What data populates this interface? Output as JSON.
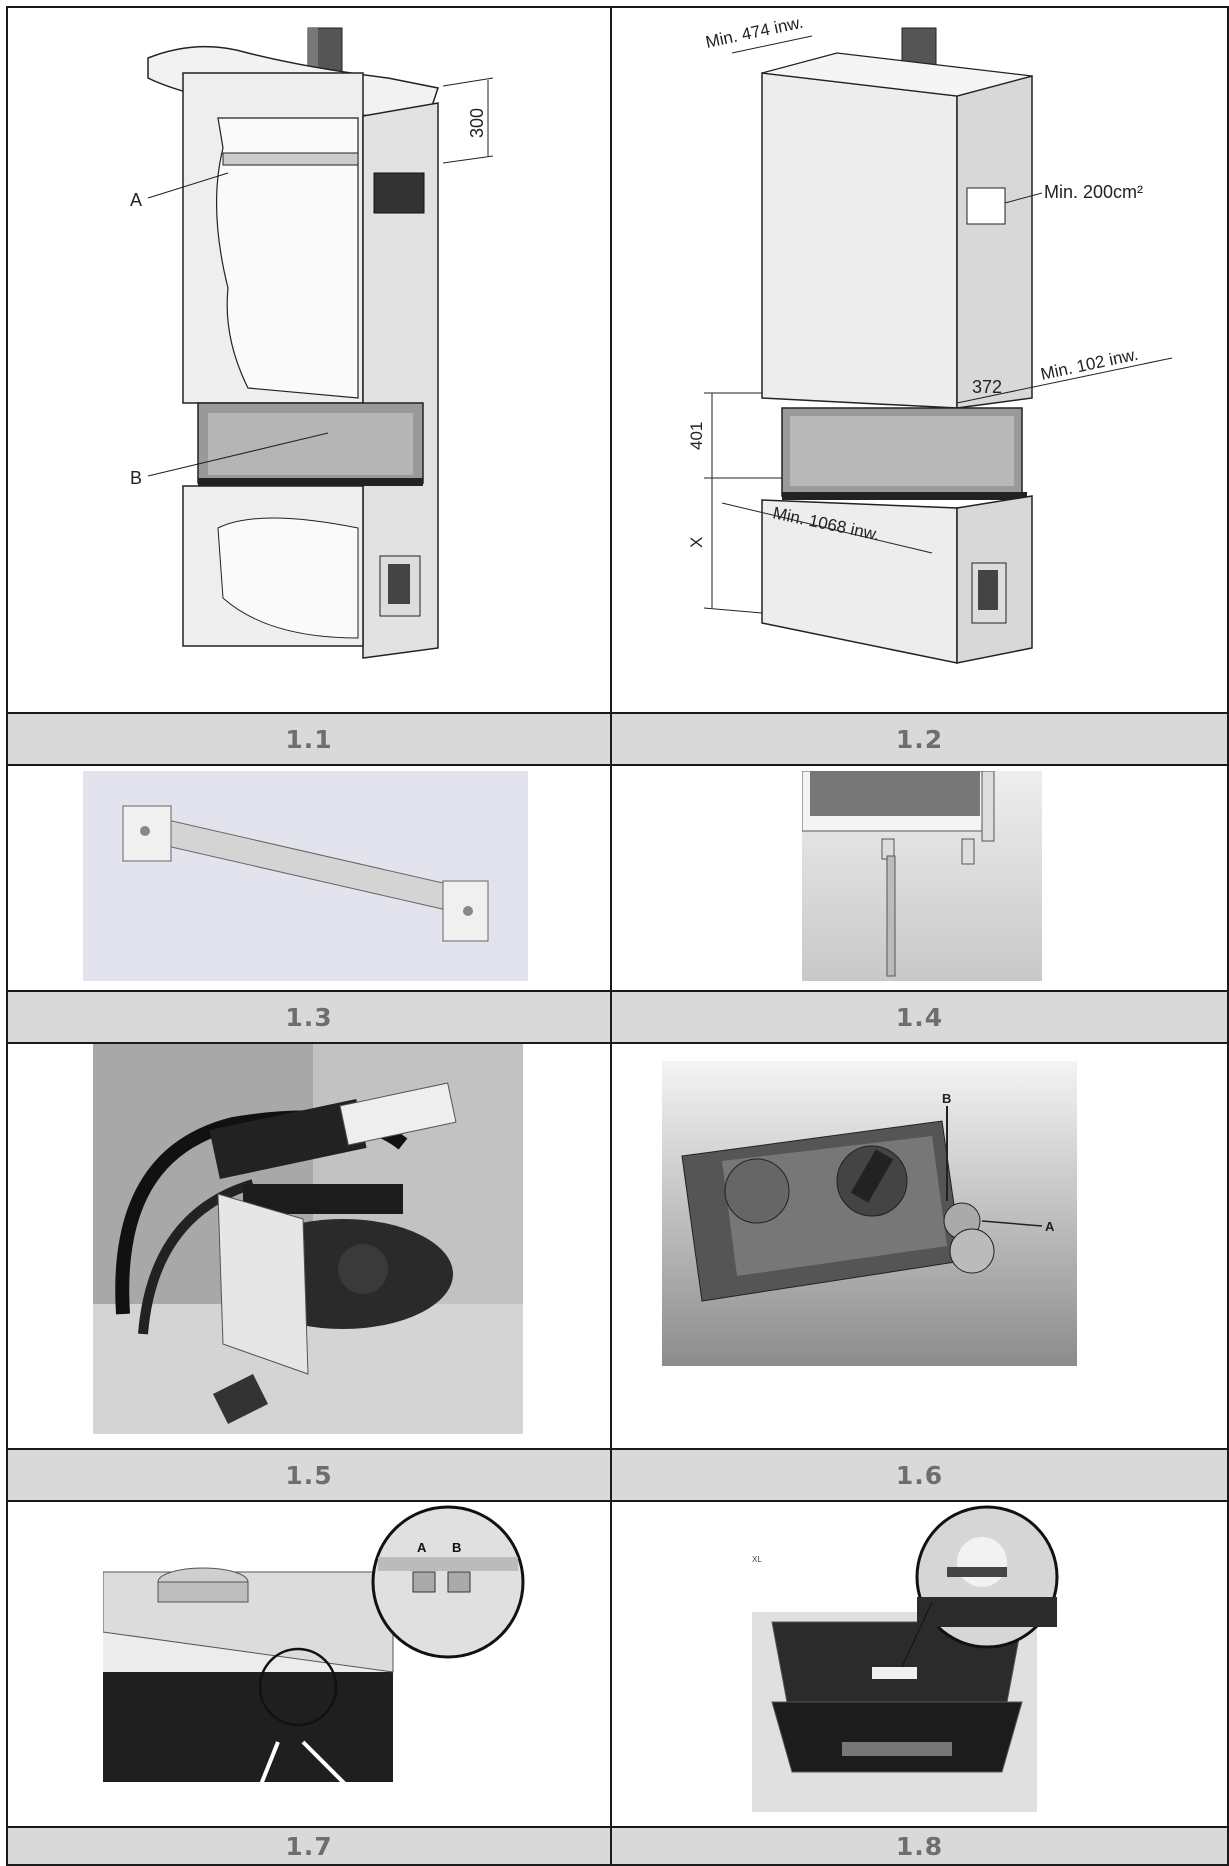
{
  "figures": [
    {
      "label": "1.1",
      "callout_a": "A",
      "callout_b": "B",
      "dim_top": "300"
    },
    {
      "label": "1.2",
      "dim_top": "Min. 474 inw.",
      "vent": "Min. 200cm²",
      "dim_side": "Min. 102 inw.",
      "dim_372": "372",
      "dim_401": "401",
      "dim_x": "X",
      "dim_width": "Min. 1068 inw."
    },
    {
      "label": "1.3"
    },
    {
      "label": "1.4"
    },
    {
      "label": "1.5"
    },
    {
      "label": "1.6",
      "callout_b": "B",
      "callout_a": "A"
    },
    {
      "label": "1.7",
      "callout_a": "A",
      "callout_b": "B"
    },
    {
      "label": "1.8",
      "mark": "XL"
    }
  ]
}
